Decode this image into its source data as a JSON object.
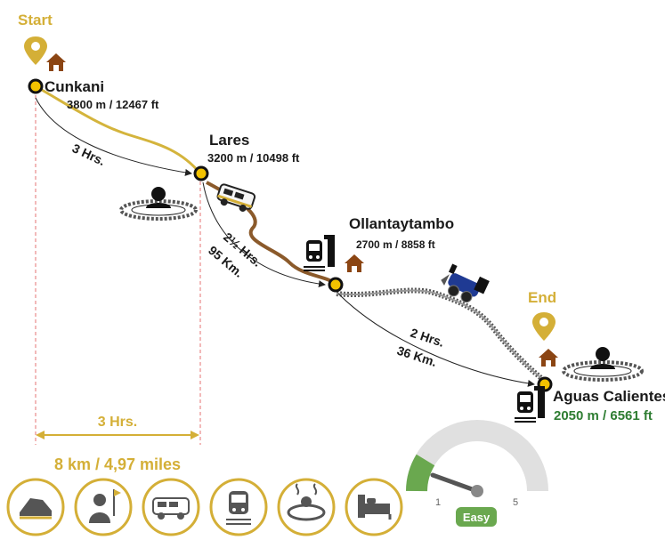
{
  "labels": {
    "start": "Start",
    "end": "End"
  },
  "stops": [
    {
      "name": "Cunkani",
      "altitude": "3800 m / 12467 ft"
    },
    {
      "name": "Lares",
      "altitude": "3200 m / 10498 ft"
    },
    {
      "name": "Ollantaytambo",
      "altitude": "2700 m / 8858 ft"
    },
    {
      "name": "Aguas Calientes",
      "altitude": "2050 m / 6561 ft"
    }
  ],
  "legs": [
    {
      "time": "3 Hrs.",
      "distance": ""
    },
    {
      "time": "2½ Hrs.",
      "distance": "95 Km."
    },
    {
      "time": "2 Hrs.",
      "distance": "36 Km."
    }
  ],
  "summary": {
    "duration": "3 Hrs.",
    "distance": "8 km / 4,97 miles"
  },
  "difficulty": {
    "label": "Easy",
    "scale_min": "1",
    "scale_max": "5",
    "level": 1
  },
  "activity_icons": [
    "hiking-icon",
    "guide-icon",
    "van-icon",
    "train-icon",
    "hot-springs-icon",
    "hotel-bed-icon"
  ],
  "colors": {
    "gold": "#d4af37",
    "dark": "#1a1a1a",
    "green": "#2e7d32",
    "trail": "#d4b43c",
    "road": "#8b5a2b",
    "gauge_green": "#6aa84f",
    "gauge_grey": "#9e9e9e"
  }
}
